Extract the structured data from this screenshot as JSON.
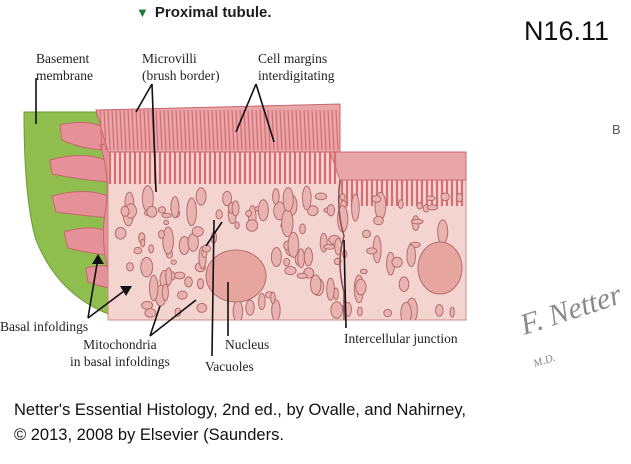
{
  "figure": {
    "title": "Proximal tubule.",
    "code": "N16.11",
    "edge_letter": "B"
  },
  "labels": {
    "basement_membrane": [
      "Basement",
      "membrane"
    ],
    "microvilli": [
      "Microvilli",
      "(brush border)"
    ],
    "cell_margins": [
      "Cell margins",
      "interdigitating"
    ],
    "basal_infoldings": "Basal infoldings",
    "mitochondria": [
      "Mitochondria",
      "in basal infoldings"
    ],
    "nucleus": "Nucleus",
    "vacuoles": "Vacuoles",
    "intercellular_junction": "Intercellular junction"
  },
  "signature": {
    "name": "F. Netter",
    "suffix": "M.D."
  },
  "caption": {
    "line1": "Netter's Essential Histology, 2nd ed., by Ovalle, and Nahirney,",
    "line2": "© 2013, 2008 by Elsevier (Saunders."
  },
  "colors": {
    "basement": "#8fbe4f",
    "cytoplasm": "#f3d4cf",
    "microvilli": "#d86c72",
    "organelle": "#c97f80",
    "nucleus": "#e7a5a0"
  }
}
